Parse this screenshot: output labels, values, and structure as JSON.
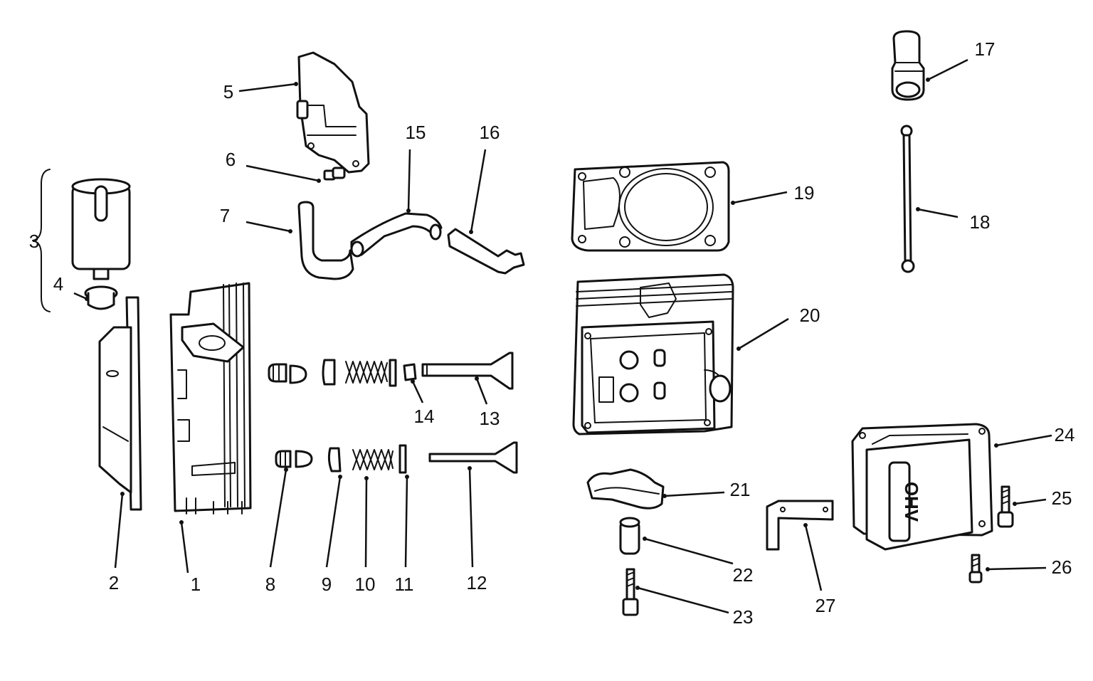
{
  "callouts": {
    "c1": "1",
    "c2": "2",
    "c3": "3",
    "c4": "4",
    "c5": "5",
    "c6": "6",
    "c7": "7",
    "c8": "8",
    "c9": "9",
    "c10": "10",
    "c11": "11",
    "c12": "12",
    "c13": "13",
    "c14": "14",
    "c15": "15",
    "c16": "16",
    "c17": "17",
    "c18": "18",
    "c19": "19",
    "c20": "20",
    "c21": "21",
    "c22": "22",
    "c23": "23",
    "c24": "24",
    "c25": "25",
    "c26": "26",
    "c27": "27"
  },
  "cover_emblem": "OHV"
}
